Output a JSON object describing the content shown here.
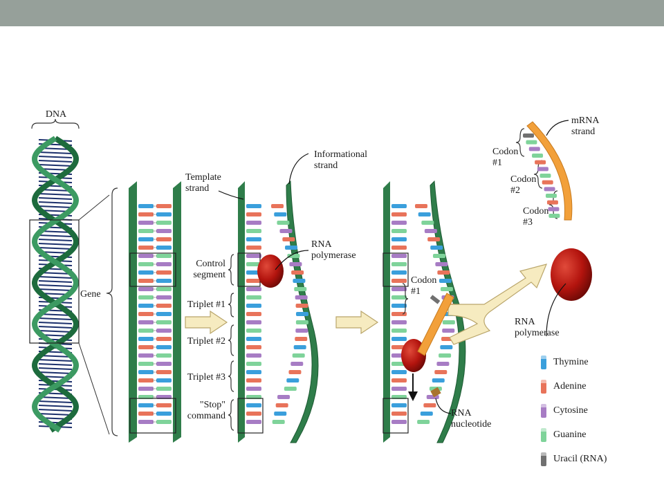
{
  "header": {
    "bar_color": "#96a09a"
  },
  "labels": {
    "dna": "DNA",
    "gene": "Gene",
    "template_strand": "Template\nstrand",
    "informational_strand": "Informational\nstrand",
    "control_segment": "Control\nsegment",
    "triplet1": "Triplet #1",
    "triplet2": "Triplet #2",
    "triplet3": "Triplet #3",
    "stop_command": "\"Stop\"\ncommand",
    "rna_polymerase_mid": "RNA\npolymerase",
    "codon1_mid": "Codon\n#1",
    "rna_nucleotide": "RNA\nnucleotide",
    "mrna_strand": "mRNA\nstrand",
    "codon1": "Codon\n#1",
    "codon2": "Codon\n#2",
    "codon3": "Codon\n#3",
    "rna_polymerase_right": "RNA\npolymerase"
  },
  "legend": [
    {
      "label": "Thymine",
      "color": "#3a9fdc"
    },
    {
      "label": "Adenine",
      "color": "#e8735a"
    },
    {
      "label": "Cytosine",
      "color": "#a77cc4"
    },
    {
      "label": "Guanine",
      "color": "#7fd39a"
    },
    {
      "label": "Uracil (RNA)",
      "color": "#707070"
    }
  ],
  "colors": {
    "strand_green": "#2f7d4a",
    "strand_dark": "#1d5a33",
    "polymerase_red": "#b3140e",
    "mrna_orange": "#f2a03a",
    "arrow_fill": "#f6ebc0"
  }
}
